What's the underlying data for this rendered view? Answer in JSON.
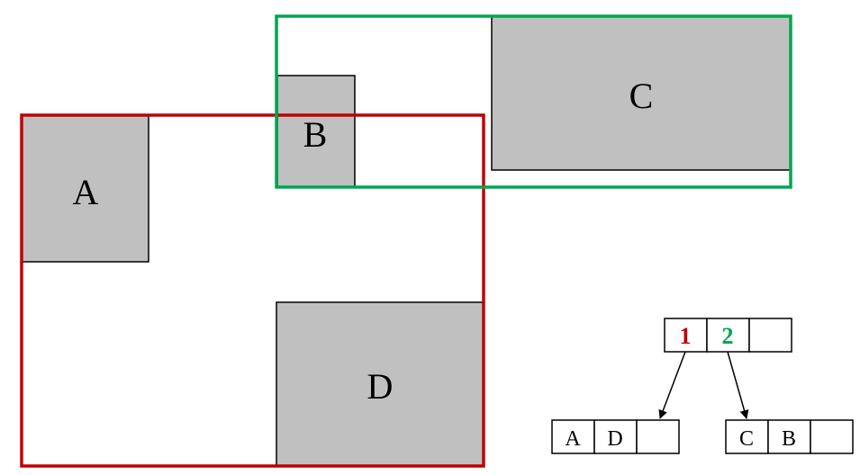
{
  "rectangles": {
    "a": {
      "label": "A"
    },
    "b": {
      "label": "B"
    },
    "c": {
      "label": "C"
    },
    "d": {
      "label": "D"
    }
  },
  "bounding_boxes": {
    "box1": {
      "color": "#c00000"
    },
    "box2": {
      "color": "#00a550"
    }
  },
  "tree": {
    "root": {
      "entries": [
        "1",
        "2",
        ""
      ],
      "entry_colors": [
        "#c00000",
        "#00a550",
        "#000000"
      ]
    },
    "left_leaf": {
      "entries": [
        "A",
        "D",
        ""
      ]
    },
    "right_leaf": {
      "entries": [
        "C",
        "B",
        ""
      ]
    }
  },
  "colors": {
    "fill_gray": "#c0c0c0",
    "outline": "#000000"
  }
}
